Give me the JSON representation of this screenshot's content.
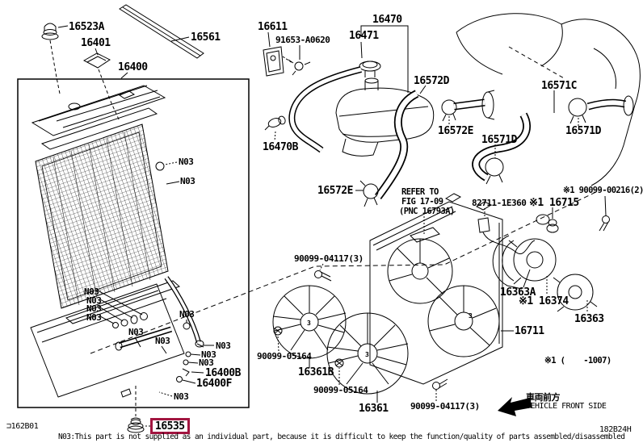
{
  "diagram": {
    "highlight_color": "#A21540",
    "parts": {
      "p16523a": "16523A",
      "p16401": "16401",
      "p16400": "16400",
      "p16561": "16561",
      "p16611": "16611",
      "p91653": "91653-A0620",
      "p16471": "16471",
      "p16470": "16470",
      "p16572d": "16572D",
      "p16572e": "16572E",
      "p16571c": "16571C",
      "p16571d": "16571D",
      "p16470b": "16470B",
      "refer_line1": "REFER TO",
      "refer_line2": "FIG 17-09",
      "refer_line3": "(PNC 16793A)",
      "p82711": "82711-1E360",
      "p16715": "※1 16715",
      "p90099_00216": "※1 90099-00216(2)",
      "n03": "N03",
      "p16400b": "16400B",
      "p16400f": "16400F",
      "p90099_04117": "90099-04117(3)",
      "p90099_05164": "90099-05164",
      "p16361b": "16361B",
      "p16361": "16361",
      "p16711": "16711",
      "p16363a": "16363A",
      "p16374": "※1 16374",
      "p16363": "16363",
      "date_note": "※1 (    -1007)",
      "p16535": "16535",
      "fan_mark": "3"
    },
    "front_marker": {
      "jp": "車両前方",
      "en": "VEHICLE FRONT SIDE"
    },
    "footer": {
      "fig_code_left": "⊐162B01",
      "fig_code_right": "182B24H",
      "note": "N03:This part is not supplied as an individual part, because it is difficult to keep the function/quality of parts assembled/disassembled"
    }
  }
}
